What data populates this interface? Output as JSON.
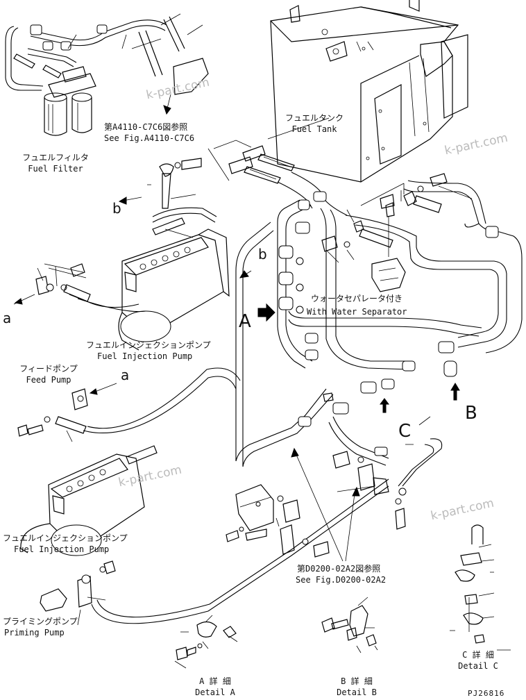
{
  "labels": {
    "fuel_filter_jp": "フュエルフィルタ",
    "fuel_filter_en": "Fuel Filter",
    "ref_top_jp": "第A4110-C7C6図参照",
    "ref_top_en": "See Fig.A4110-C7C6",
    "fuel_tank_jp": "フュエルタンク",
    "fuel_tank_en": "Fuel Tank",
    "water_sep_jp": "ウォータセパレータ付き",
    "water_sep_en": "With Water Separator",
    "inj_pump1_jp": "フュエルインジェクションポンプ",
    "inj_pump1_en": "Fuel Injection Pump",
    "feed_pump_jp": "フィードポンプ",
    "feed_pump_en": "Feed Pump",
    "inj_pump2_jp": "フュエルインジェクションポンプ",
    "inj_pump2_en": "Fuel Injection Pump",
    "priming_pump_jp": "プライミングポンプ",
    "priming_pump_en": "Priming Pump",
    "ref_mid_jp": "第D0200-02A2図参照",
    "ref_mid_en": "See Fig.D0200-02A2",
    "detail_a_jp": "A 詳 細",
    "detail_a_en": "Detail A",
    "detail_b_jp": "B 詳 細",
    "detail_b_en": "Detail B",
    "detail_c_jp": "C 詳 細",
    "detail_c_en": "Detail C"
  },
  "callouts": {
    "a_left": "a",
    "a_feed": "a",
    "b_left": "b",
    "b_mid": "b",
    "A": "A",
    "B": "B",
    "C": "C"
  },
  "watermark": "k-part.com",
  "drawing_code": "PJ26816"
}
